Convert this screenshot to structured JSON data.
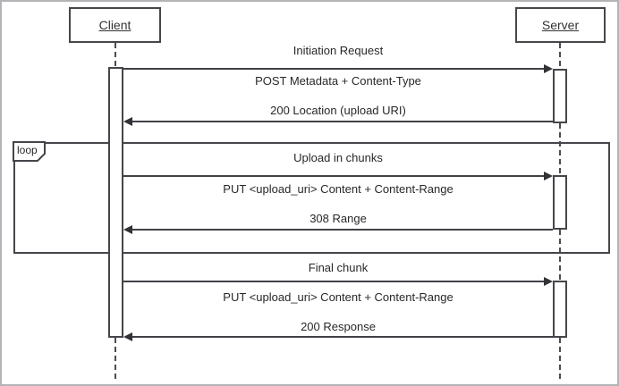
{
  "diagram": {
    "type": "uml-sequence",
    "actors": [
      {
        "name": "Client"
      },
      {
        "name": "Server"
      }
    ],
    "loop": {
      "operator": "loop"
    },
    "sections": [
      {
        "title": "Initiation Request",
        "request": "POST Metadata + Content-Type",
        "response": "200 Location (upload URI)"
      },
      {
        "title": "Upload in chunks",
        "request": "PUT <upload_uri> Content + Content-Range",
        "response": "308 Range"
      },
      {
        "title": "Final chunk",
        "request": "PUT <upload_uri> Content + Content-Range",
        "response": "200 Response"
      }
    ],
    "colors": {
      "background": "#ffffff",
      "line": "#414146",
      "outer_border": "#b4b4b8",
      "text": "#2b2b2b"
    }
  }
}
